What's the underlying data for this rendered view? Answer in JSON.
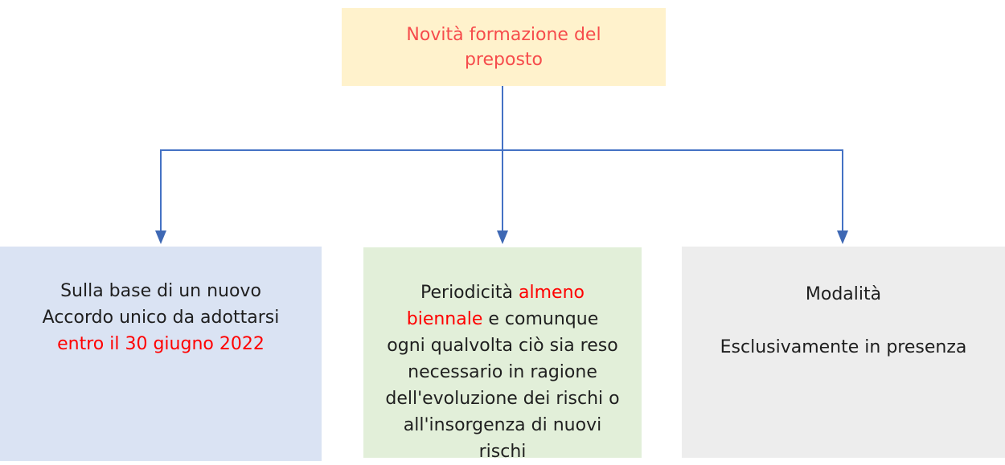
{
  "diagram": {
    "title_box": {
      "text": "Novità formazione del\npreposto",
      "bg_color": "#FFF2CC",
      "text_color": "#F64C4C"
    },
    "connector": {
      "line_color": "#4472C4",
      "arrow_color": "#3E68B4",
      "style": "elbow-with-arrowheads"
    },
    "emphasis_color": "#FF0000",
    "boxes": {
      "left": {
        "bg_color": "#DAE3F3",
        "segments": [
          {
            "text": "Sulla base di un nuovo\nAccordo unico da adottarsi\n",
            "emphasis": false
          },
          {
            "text": "entro il 30 giugno 2022",
            "emphasis": true
          }
        ]
      },
      "middle": {
        "bg_color": "#E2EFD9",
        "segments": [
          {
            "text": "Periodicità ",
            "emphasis": false
          },
          {
            "text": "almeno\nbiennale",
            "emphasis": true
          },
          {
            "text": " e comunque\nogni qualvolta ciò sia reso\nnecessario in ragione\ndell'evoluzione dei rischi o\nall'insorgenza di nuovi\nrischi",
            "emphasis": false
          }
        ]
      },
      "right": {
        "bg_color": "#EDEDED",
        "segments": [
          {
            "text": "Modalità\n\nEsclusivamente in presenza",
            "emphasis": false
          }
        ]
      }
    }
  }
}
